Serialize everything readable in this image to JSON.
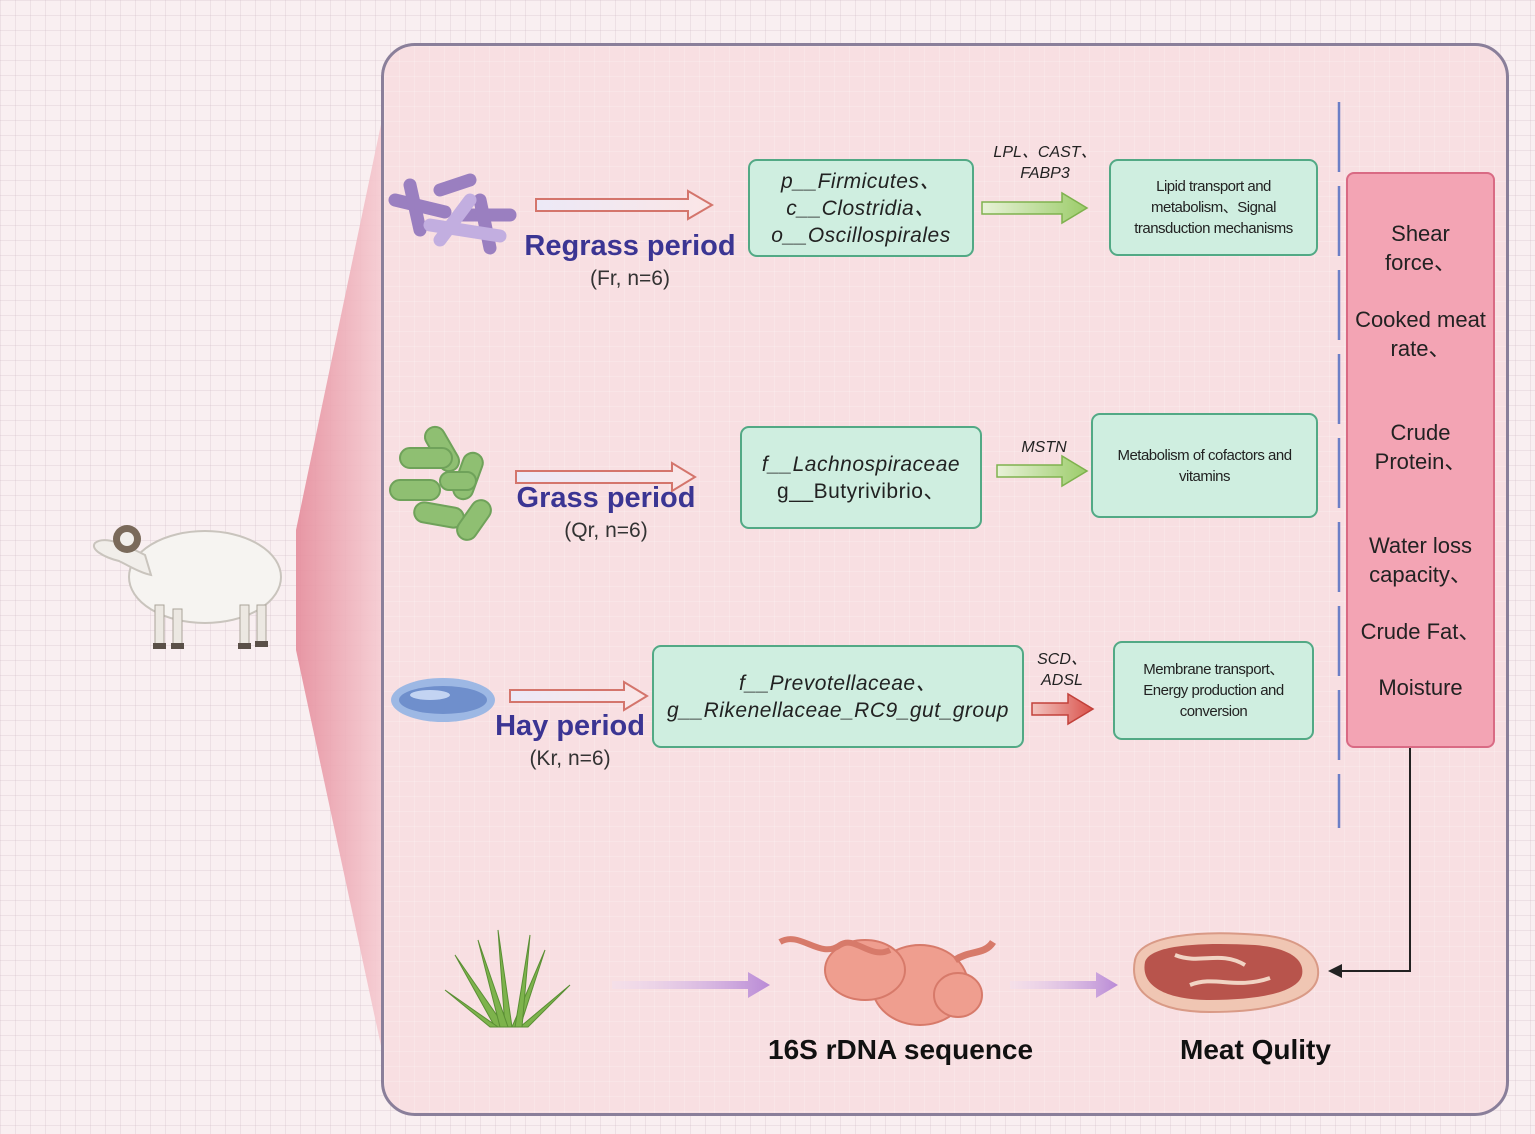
{
  "periods": [
    {
      "name": "Regrass period",
      "sub": "(Fr, n=6)"
    },
    {
      "name": "Grass period",
      "sub": "(Qr, n=6)"
    },
    {
      "name": "Hay period",
      "sub": "(Kr, n=6)"
    }
  ],
  "taxa": [
    [
      "p__Firmicutes、",
      "c__Clostridia、",
      "o__Oscillospirales"
    ],
    [
      "f__Lachnospiraceae",
      "g__Butyrivibrio、"
    ],
    [
      "f__Prevotellaceae、",
      "g__Rikenellaceae_RC9_gut_group"
    ]
  ],
  "genes": [
    [
      "LPL、CAST、",
      "FABP3"
    ],
    [
      "MSTN"
    ],
    [
      "SCD、",
      "ADSL"
    ]
  ],
  "functions": [
    [
      "Lipid transport and",
      "metabolism、Signal",
      "transduction mechanisms"
    ],
    [
      "Metabolism of cofactors and",
      "vitamins"
    ],
    [
      "Membrane transport、",
      "Energy production and",
      "conversion"
    ]
  ],
  "quality": [
    [
      "Shear",
      "force、"
    ],
    [
      "Cooked meat",
      "rate、"
    ],
    [
      "Crude",
      "Protein、"
    ],
    [
      "Water loss",
      "capacity、"
    ],
    [
      "Crude Fat、"
    ],
    [
      "Moisture"
    ]
  ],
  "bottom": {
    "sequence_label": "16S rDNA sequence",
    "meat_label": "Meat Qulity"
  },
  "colors": {
    "panel": "#f8dfe2",
    "box_fill": "#cfeee0",
    "box_border": "#52a985",
    "quality_fill": "#f3a4b4",
    "period_text": "#3b3593"
  }
}
